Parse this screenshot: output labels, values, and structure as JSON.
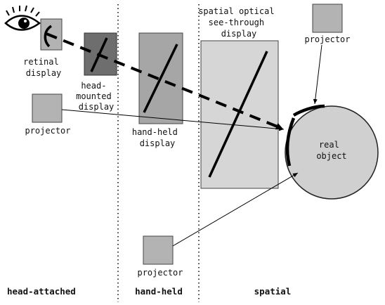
{
  "labels": {
    "retinal_display": [
      "retinal",
      "display"
    ],
    "head_mounted_display": [
      "head-",
      "mounted",
      "display"
    ],
    "hand_held_display": [
      "hand-held",
      "display"
    ],
    "spatial_optical_display": [
      "spatial optical",
      "see-through",
      "display"
    ],
    "real_object": [
      "real",
      "object"
    ],
    "projector_head": "projector",
    "projector_handheld": "projector",
    "projector_spatial": "projector"
  },
  "categories": {
    "head_attached": "head-attached",
    "hand_held": "hand-held",
    "spatial": "spatial"
  },
  "colors": {
    "box_light": "#b3b3b3",
    "box_dark": "#6e6e6e",
    "box_medium": "#a6a6a6",
    "panel_light": "#d6d6d6",
    "object": "#d0d0d0",
    "ink": "#000000"
  },
  "icons": {
    "eye": "eye-icon"
  }
}
